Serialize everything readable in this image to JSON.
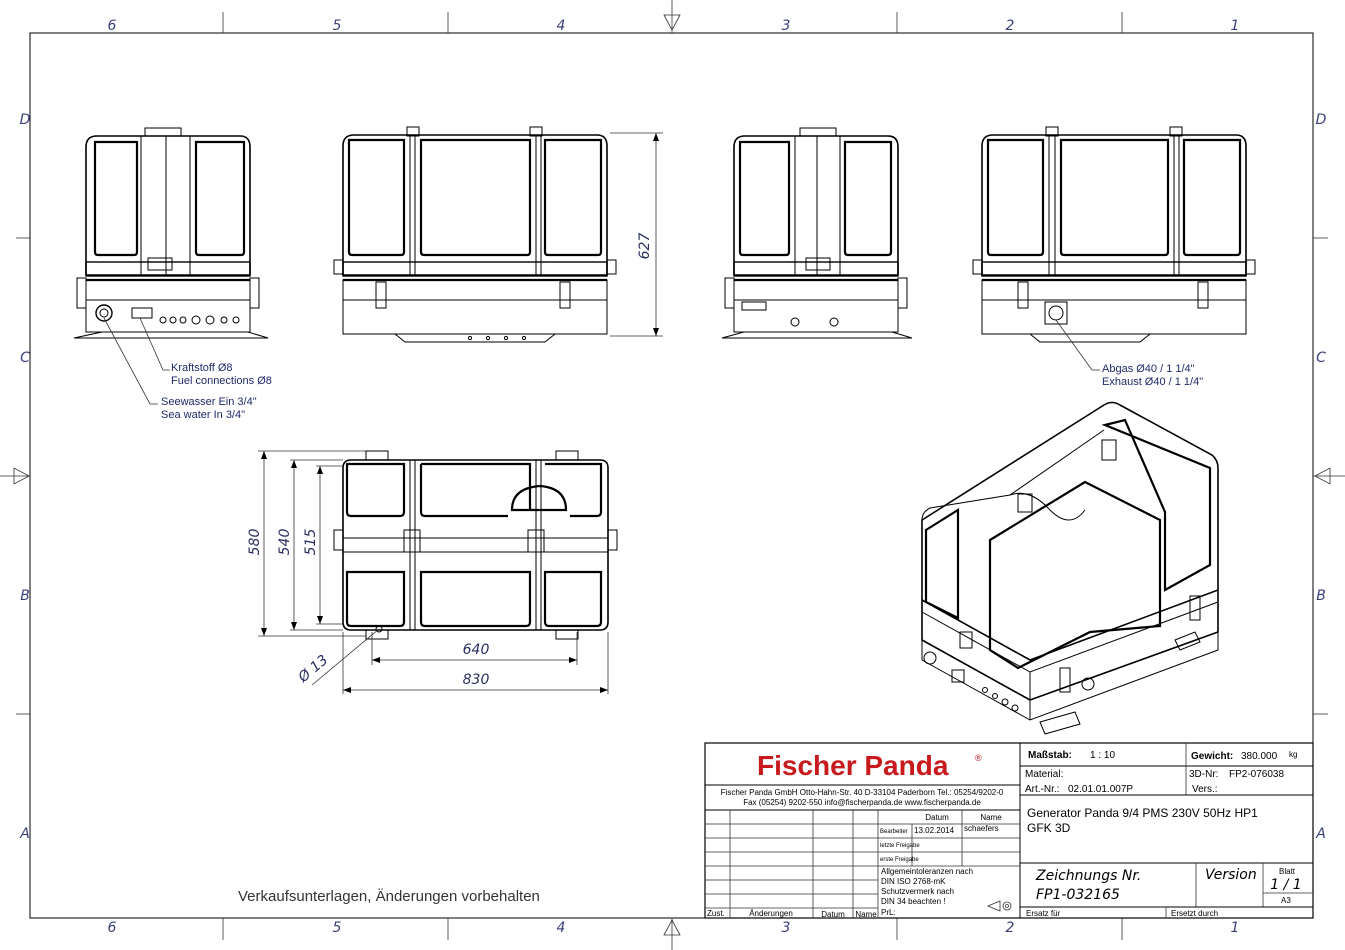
{
  "zones": {
    "columns": [
      "6",
      "5",
      "4",
      "3",
      "2",
      "1"
    ],
    "rows": [
      "D",
      "C",
      "B",
      "A"
    ]
  },
  "callouts": {
    "fuel_de": "Kraftstoff Ø8",
    "fuel_en": "Fuel connections Ø8",
    "seawater_de": "Seewasser Ein 3/4\"",
    "seawater_en": "Sea water In 3/4\"",
    "exhaust_de": "Abgas Ø40 / 1 1/4\"",
    "exhaust_en": "Exhaust Ø40 / 1 1/4\""
  },
  "dimensions": {
    "height_627": "627",
    "width_580": "580",
    "width_540": "540",
    "width_515": "515",
    "length_640": "640",
    "length_830": "830",
    "hole_13": "Ø 13"
  },
  "footer_note": "Verkaufsunterlagen, Änderungen vorbehalten",
  "title_block": {
    "logo": "Fischer Panda",
    "registered": "®",
    "address_line1": "Fischer Panda GmbH Otto-Hahn-Str. 40 D-33104 Paderborn Tel.: 05254/9202-0",
    "address_line2": "Fax (05254) 9202-550  info@fischerpanda.de  www.fischerpanda.de",
    "scale_label": "Maßstab:",
    "scale_value": "1 : 10",
    "weight_label": "Gewicht:",
    "weight_value": "380.000",
    "weight_unit": "kg",
    "material_label": "Material:",
    "art_label": "Art.-Nr.:",
    "art_value": "02.01.01.007P",
    "three_d_label": "3D-Nr:",
    "three_d_value": "FP2-076038",
    "version_short_label": "Vers.:",
    "description_line1": "Generator Panda 9/4 PMS 230V 50Hz HP1",
    "description_line2": "GFK 3D",
    "datum_header": "Datum",
    "name_header": "Name",
    "bearbeiter_label": "Bearbeiter",
    "freigabe_last_label": "letzte Freigabe",
    "freigabe_first_label": "erste Freigabe",
    "bearbeiter_date": "13.02.2014",
    "bearbeiter_name": "schaefers",
    "tolerance_lines": [
      "Allgemeintoleranzen nach",
      "DIN ISO 2768-mK",
      "Schutzvermerk nach",
      "DIN 34 beachten !"
    ],
    "prl_label": "PrL:",
    "drawing_no_label": "Zeichnungs Nr.",
    "drawing_no_value": "FP1-032165",
    "version_label": "Version",
    "sheet_label": "Blatt",
    "sheet_value": "1 / 1",
    "format": "A3",
    "rev_zust": "Zust.",
    "rev_changes": "Änderungen",
    "rev_date": "Datum",
    "rev_name": "Name",
    "replaces_label": "Ersatz für",
    "replaced_by_label": "Ersetzt durch"
  }
}
